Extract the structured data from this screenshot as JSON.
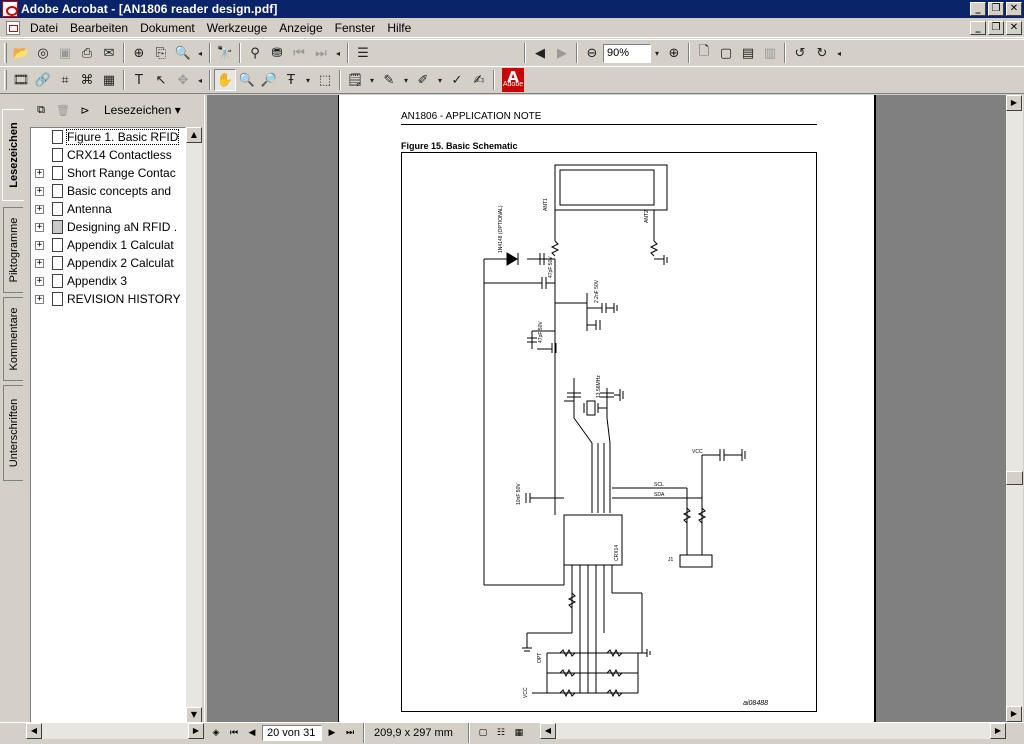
{
  "window": {
    "title": "Adobe Acrobat - [AN1806 reader design.pdf]",
    "controls": [
      "_",
      "❐",
      "✕"
    ]
  },
  "menubar": {
    "items": [
      "Datei",
      "Bearbeiten",
      "Dokument",
      "Werkzeuge",
      "Anzeige",
      "Fenster",
      "Hilfe"
    ]
  },
  "toolbar": {
    "zoom": "90%",
    "adobe_label": "Adobe"
  },
  "nav": {
    "tabs": [
      "Lesezeichen",
      "Piktogramme",
      "Kommentare",
      "Unterschriften"
    ],
    "panel_title": "Lesezeichen ▾",
    "bookmarks": [
      {
        "label": "Figure 1. Basic RFID",
        "expandable": false,
        "shaded": false
      },
      {
        "label": "CRX14 Contactless",
        "expandable": false,
        "shaded": false
      },
      {
        "label": "Short Range Contac",
        "expandable": true,
        "shaded": false
      },
      {
        "label": "Basic concepts and",
        "expandable": true,
        "shaded": false
      },
      {
        "label": "Antenna",
        "expandable": true,
        "shaded": false
      },
      {
        "label": "Designing aN RFID .",
        "expandable": true,
        "shaded": true
      },
      {
        "label": "Appendix 1 Calculat",
        "expandable": true,
        "shaded": false
      },
      {
        "label": "Appendix 2 Calculat",
        "expandable": true,
        "shaded": false
      },
      {
        "label": "Appendix 3",
        "expandable": true,
        "shaded": false
      },
      {
        "label": "REVISION HISTORY",
        "expandable": true,
        "shaded": false
      }
    ]
  },
  "document": {
    "header": "AN1806 - APPLICATION NOTE",
    "figure_caption": "Figure 15. Basic Schematic",
    "figure_id": "ai08488",
    "schematic_labels": {
      "ant1": "ANT1",
      "ant2": "ANT2",
      "d1": "1N4148 (OPTIONAL)",
      "cap1": "47pF 50V",
      "cap2": "2.2nF 50V",
      "cap3": "10nF 50V",
      "xtal": "13.56MHz",
      "vcc": "VCC",
      "scl": "SCL",
      "sda": "SDA",
      "chip": "CRX14",
      "j1": "J1",
      "opt": "OPT"
    }
  },
  "status": {
    "page_indicator": "20 von 31",
    "page_size": "209,9 x 297 mm"
  }
}
